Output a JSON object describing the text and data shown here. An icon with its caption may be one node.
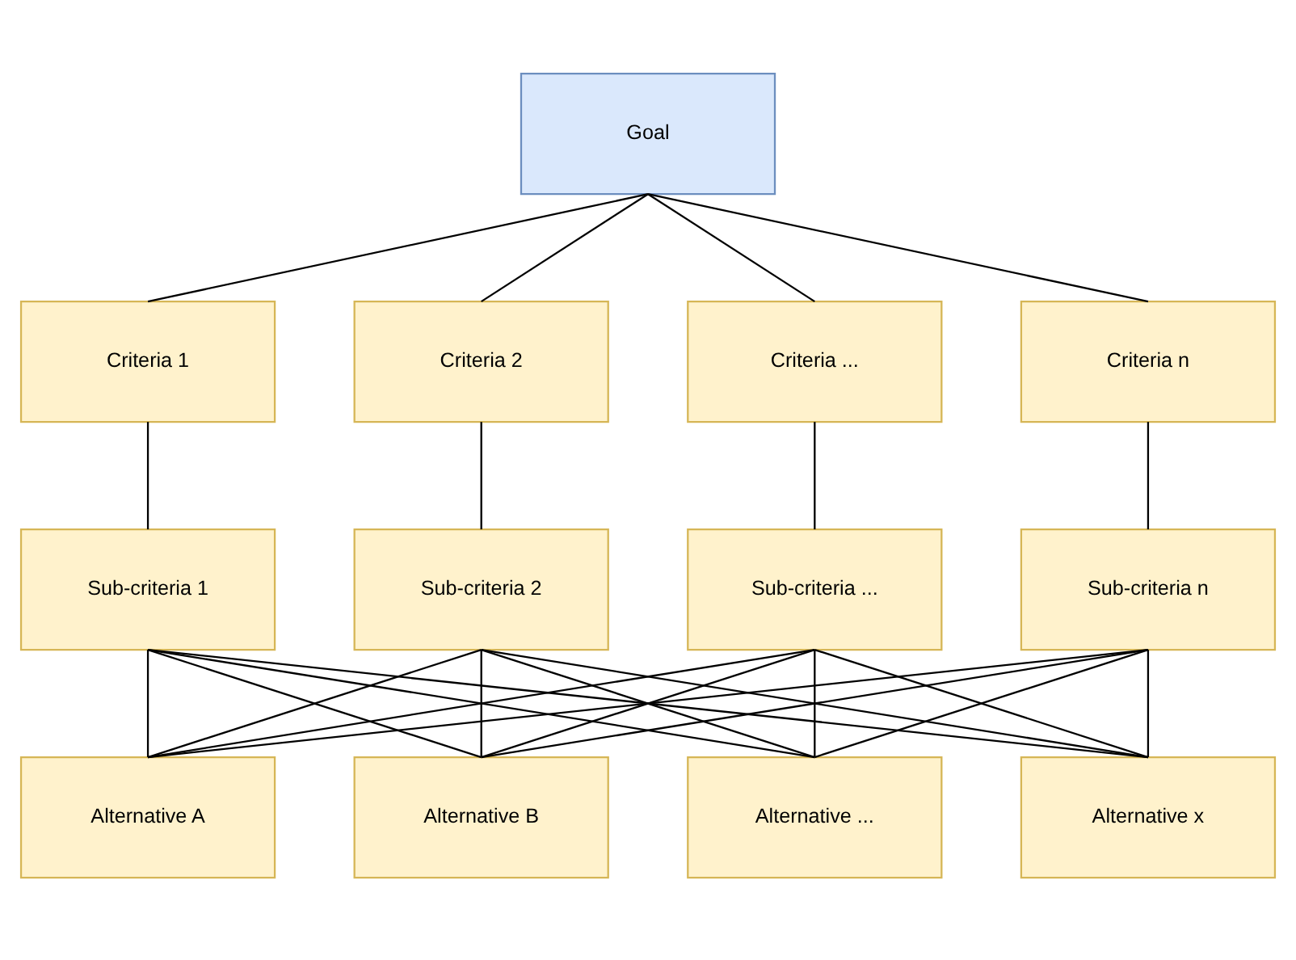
{
  "diagram": {
    "nodes": [
      {
        "text": [
          "Goal"
        ]
      },
      {
        "text": [
          "Criteria 1"
        ]
      },
      {
        "text": [
          "Criteria 2"
        ]
      },
      {
        "text": [
          "Criteria ..."
        ]
      },
      {
        "text": [
          "Criteria n"
        ]
      },
      {
        "text": [
          "Sub-criteria 1"
        ]
      },
      {
        "text": [
          "Sub-criteria 2"
        ]
      },
      {
        "text": [
          "Sub-criteria ..."
        ]
      },
      {
        "text": [
          "Sub-criteria n"
        ]
      },
      {
        "text": [
          "Alternative A"
        ]
      },
      {
        "text": [
          "Alternative B"
        ]
      },
      {
        "text": [
          "Alternative ..."
        ]
      },
      {
        "text": [
          "Alternative x"
        ]
      }
    ],
    "edges": [
      {
        "from": 0,
        "to": 1,
        "arrow": "none"
      },
      {
        "from": 0,
        "to": 2,
        "arrow": "none"
      },
      {
        "from": 0,
        "to": 3,
        "arrow": "none"
      },
      {
        "from": 0,
        "to": 4,
        "arrow": "none"
      },
      {
        "from": 1,
        "to": 5,
        "arrow": "none"
      },
      {
        "from": 2,
        "to": 6,
        "arrow": "none"
      },
      {
        "from": 3,
        "to": 7,
        "arrow": "none"
      },
      {
        "from": 4,
        "to": 8,
        "arrow": "none"
      },
      {
        "from": 5,
        "to": 9,
        "arrow": "none"
      },
      {
        "from": 5,
        "to": 10,
        "arrow": "none"
      },
      {
        "from": 5,
        "to": 11,
        "arrow": "none"
      },
      {
        "from": 5,
        "to": 12,
        "arrow": "none"
      },
      {
        "from": 6,
        "to": 9,
        "arrow": "none"
      },
      {
        "from": 6,
        "to": 10,
        "arrow": "none"
      },
      {
        "from": 6,
        "to": 11,
        "arrow": "none"
      },
      {
        "from": 6,
        "to": 12,
        "arrow": "none"
      },
      {
        "from": 7,
        "to": 9,
        "arrow": "none"
      },
      {
        "from": 7,
        "to": 10,
        "arrow": "none"
      },
      {
        "from": 7,
        "to": 11,
        "arrow": "none"
      },
      {
        "from": 7,
        "to": 12,
        "arrow": "none"
      },
      {
        "from": 8,
        "to": 9,
        "arrow": "none"
      },
      {
        "from": 8,
        "to": 10,
        "arrow": "none"
      },
      {
        "from": 8,
        "to": 11,
        "arrow": "none"
      },
      {
        "from": 8,
        "to": 12,
        "arrow": "none"
      }
    ]
  }
}
